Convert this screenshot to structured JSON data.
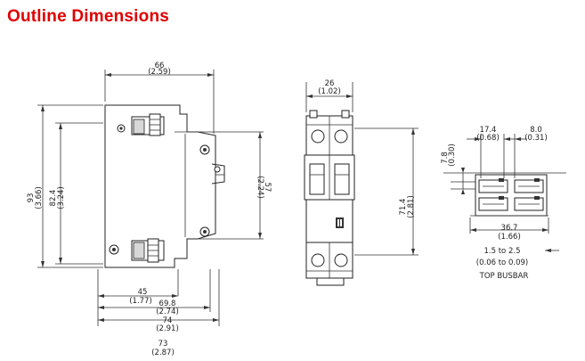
{
  "page": {
    "title": "Outline Dimensions"
  },
  "side_view": {
    "width_overall_mm": "66",
    "width_overall_in": "(2.59)",
    "height_overall_mm": "93",
    "height_overall_in": "(3.66)",
    "height_body_mm": "82.4",
    "height_body_in": "(3.24)",
    "height_rail_mm": "57",
    "height_rail_in": "(2.24)",
    "dim_45_mm": "45",
    "dim_45_in": "(1.77)",
    "dim_698_mm": "69.8",
    "dim_698_in": "(2.74)",
    "dim_74_mm": "74",
    "dim_74_in": "(2.91)",
    "dim_73_mm": "73",
    "dim_73_in": "(2.87)"
  },
  "front_view": {
    "width_mm": "26",
    "width_in": "(1.02)",
    "height_mm": "71.4",
    "height_in": "(2.81)"
  },
  "busbar_view": {
    "dim_174_mm": "17.4",
    "dim_174_in": "(0.68)",
    "dim_80_mm": "8.0",
    "dim_80_in": "(0.31)",
    "dim_78_mm": "7.8",
    "dim_78_in": "(0.30)",
    "dim_367_mm": "36.7",
    "dim_367_in": "(1.66)",
    "range_mm": "1.5 to 2.5",
    "range_in": "(0.06 to 0.09)",
    "caption": "TOP BUSBAR"
  }
}
